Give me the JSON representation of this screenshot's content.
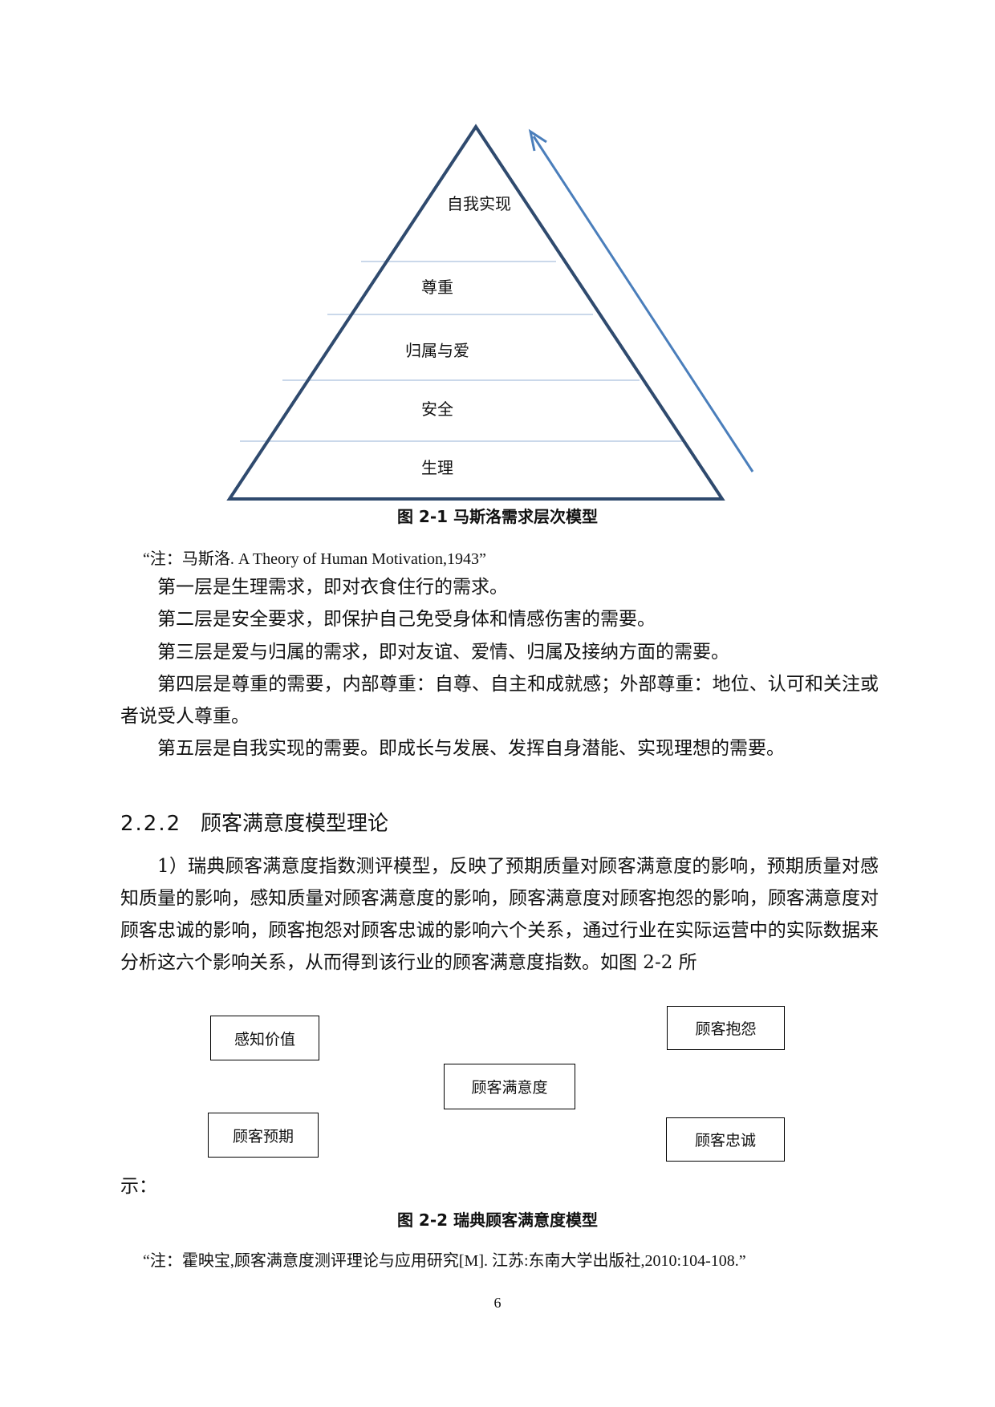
{
  "figure1": {
    "levels": [
      "自我实现",
      "尊重",
      "归属与爱",
      "安全",
      "生理"
    ],
    "caption": "图 2-1  马斯洛需求层次模型",
    "note": "“注：马斯洛. A Theory of Human Motivation,1943”",
    "colors": {
      "outline": "#2f4a6e",
      "divider": "#b8cce4",
      "arrow": "#4a7ebb"
    }
  },
  "paragraphs": [
    "第一层是生理需求，即对衣食住行的需求。",
    "第二层是安全要求，即保护自己免受身体和情感伤害的需要。",
    "第三层是爱与归属的需求，即对友谊、爱情、归属及接纳方面的需要。",
    "第四层是尊重的需要，内部尊重：自尊、自主和成就感；外部尊重：地位、认可和关注或者说受人尊重。",
    "第五层是自我实现的需要。即成长与发展、发挥自身潜能、实现理想的需要。"
  ],
  "section": {
    "number": "2.2.2",
    "title": "顾客满意度模型理论"
  },
  "body_paragraph": "1）瑞典顾客满意度指数测评模型，反映了预期质量对顾客满意度的影响，预期质量对感知质量的影响，感知质量对顾客满意度的影响，顾客满意度对顾客抱怨的影响，顾客满意度对顾客忠诚的影响，顾客抱怨对顾客忠诚的影响六个关系，通过行业在实际运营中的实际数据来分析这六个影响关系，从而得到该行业的顾客满意度指数。如图 2-2 所",
  "continuation": "示：",
  "figure2": {
    "boxes": {
      "perceived_value": "感知价值",
      "customer_expectation": "顾客预期",
      "customer_satisfaction": "顾客满意度",
      "customer_complaint": "顾客抱怨",
      "customer_loyalty": "顾客忠诚"
    },
    "caption": "图 2-2  瑞典顾客满意度模型",
    "note": "“注：霍映宝,顾客满意度测评理论与应用研究[M]. 江苏:东南大学出版社,2010:104-108.”"
  },
  "page_number": "6"
}
